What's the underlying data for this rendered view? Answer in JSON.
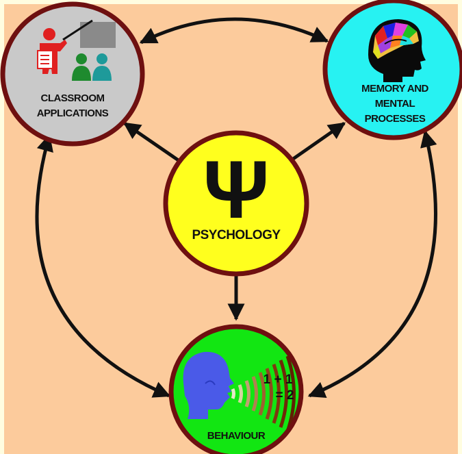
{
  "colors": {
    "frame_bg": "#FFFDE0",
    "panel_bg": "#FCCB9C",
    "ring": "#6E1010",
    "classroom_fill": "#C9C9C9",
    "memory_fill": "#27F2F2",
    "psychology_fill": "#FFFF1E",
    "behaviour_fill": "#12E612",
    "arrow": "#111111"
  },
  "nodes": {
    "classroom": {
      "line1": "CLASSROOM",
      "line2": "APPLICATIONS"
    },
    "memory": {
      "line1": "MEMORY AND",
      "line2": "MENTAL",
      "line3": "PROCESSES"
    },
    "psychology": {
      "symbol": "Ψ",
      "label": "PSYCHOLOGY"
    },
    "behaviour": {
      "label": "BEHAVIOUR",
      "equation_line1": "1 + 1",
      "equation_line2": "= 2"
    }
  },
  "icons": {
    "classroom": "teacher-at-board-icon",
    "memory": "head-with-colorful-brain-icon",
    "behaviour": "speaking-head-icon"
  }
}
